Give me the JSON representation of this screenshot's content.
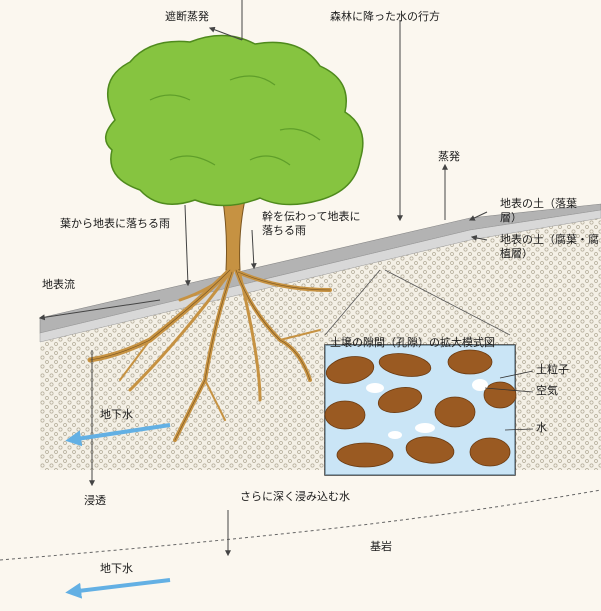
{
  "labels": {
    "blocked_evaporation": "遮断蒸発",
    "forest_water": "森林に降った水の行方",
    "evaporation": "蒸発",
    "leaf_rain": "葉から地表に落ちる雨",
    "trunk_rain": "幹を伝わって地表に落ちる雨",
    "litter_layer": "地表の土（落葉層）",
    "humus_layer": "地表の土（腐葉・腐植層）",
    "surface_flow": "地表流",
    "inset_title": "土壌の隙間（孔隙）の拡大模式図",
    "soil_particle": "土粒子",
    "air": "空気",
    "water": "水",
    "groundwater_upper": "地下水",
    "infiltration": "浸透",
    "deeper_seep": "さらに深く浸み込む水",
    "bedrock": "基岩",
    "groundwater_lower": "地下水"
  },
  "colors": {
    "tree_foliage": "#86c440",
    "trunk": "#c69242",
    "soil_particle": "#9a5a22",
    "water_blue": "#63b0e4",
    "soil_dots": "#e8e2d2"
  }
}
